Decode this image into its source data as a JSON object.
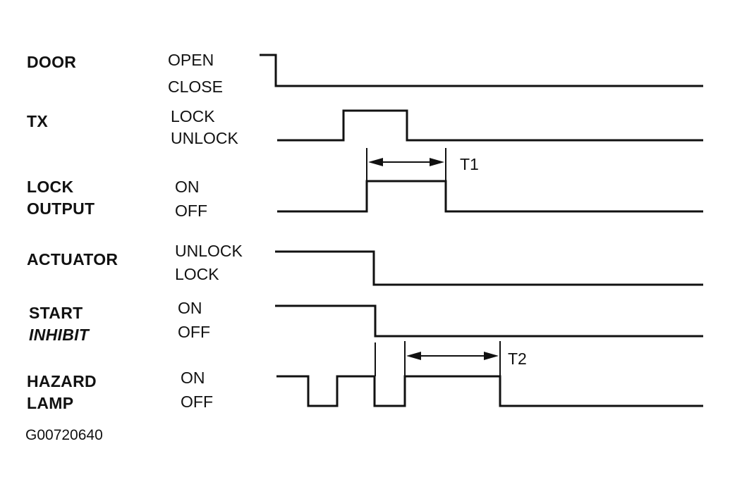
{
  "signals": [
    {
      "name": "DOOR",
      "levels": [
        "OPEN",
        "CLOSE"
      ]
    },
    {
      "name": "TX",
      "levels": [
        "LOCK",
        "UNLOCK"
      ]
    },
    {
      "name": "LOCK OUTPUT",
      "name_lines": [
        "LOCK",
        "OUTPUT"
      ],
      "levels": [
        "ON",
        "OFF"
      ]
    },
    {
      "name": "ACTUATOR",
      "levels": [
        "UNLOCK",
        "LOCK"
      ]
    },
    {
      "name": "START INHIBIT",
      "name_lines": [
        "START",
        "INHIBIT"
      ],
      "levels": [
        "ON",
        "OFF"
      ]
    },
    {
      "name": "HAZARD LAMP",
      "name_lines": [
        "HAZARD",
        "LAMP"
      ],
      "levels": [
        "ON",
        "OFF"
      ]
    }
  ],
  "timing_marks": {
    "t1": "T1",
    "t2": "T2"
  },
  "figure_id": "G00720640",
  "colors": {
    "ink": "#111111",
    "background": "#ffffff"
  }
}
